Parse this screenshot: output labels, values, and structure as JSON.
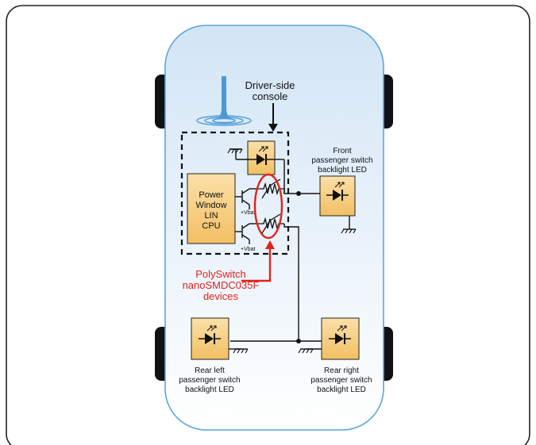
{
  "labels": {
    "console": [
      "Driver-side",
      "console"
    ],
    "cpu": [
      "Power",
      "Window",
      "LIN",
      "CPU"
    ],
    "vbat": "+Vbat",
    "front_led": [
      "Front",
      "passenger switch",
      "backlight LED"
    ],
    "rear_left": [
      "Rear left",
      "passenger switch",
      "backlight LED"
    ],
    "rear_right": [
      "Rear right",
      "passenger switch",
      "backlight LED"
    ],
    "polyswitch": [
      "PolySwitch",
      "nanoSMDC035F",
      "devices"
    ]
  },
  "colors": {
    "car_fill_top": "#d2e5f6",
    "car_fill_bottom": "#ffffff",
    "car_outline": "#5aa6de",
    "box_fill": "#f4c978",
    "highlight_red": "#e0231c",
    "tire": "#111111",
    "wire": "#1a1a1a"
  },
  "icons": [
    "antenna-icon",
    "led-diode-icon",
    "transistor-icon",
    "resistor-icon",
    "ground-icon",
    "arrow-icon"
  ]
}
